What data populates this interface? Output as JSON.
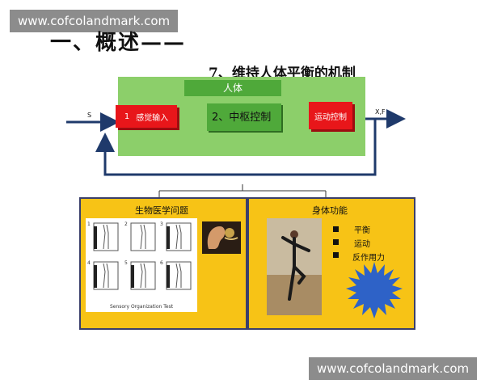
{
  "watermarks": {
    "top": "www.cofcolandmark.com",
    "bottom": "www.cofcolandmark.com"
  },
  "section_title": "一、概述——",
  "subtitle": "7、维持人体平衡的机制",
  "diagram": {
    "body_label": "人体",
    "input_label": "感觉输入",
    "input_number": "1",
    "center_label": "2、中枢控制",
    "output_label": "运动控制",
    "signal_in": "S",
    "signal_out": "X,F"
  },
  "left_panel": {
    "title": "生物医学问题",
    "caption": "Sensory Organization Test",
    "figure_numbers": [
      "1",
      "2",
      "3",
      "4",
      "5",
      "6"
    ]
  },
  "right_panel": {
    "title": "身体功能",
    "items": [
      "平衡",
      "运动",
      "反作用力"
    ]
  },
  "colors": {
    "green": "#8ccf6a",
    "red": "#e8161a",
    "yellow": "#f7c316",
    "arrow": "#1f3a6b",
    "burst": "#2e62c7"
  }
}
